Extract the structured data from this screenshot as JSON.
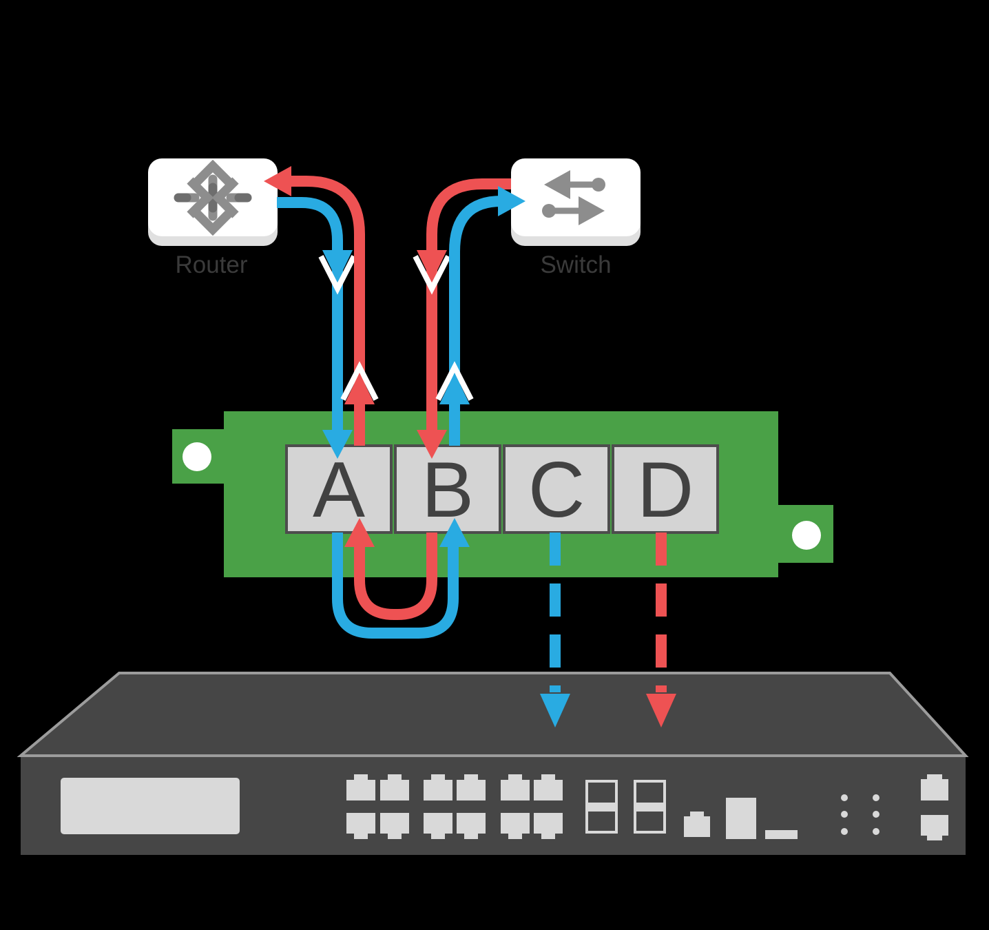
{
  "devices": {
    "router": {
      "label": "Router"
    },
    "switch": {
      "label": "Switch"
    }
  },
  "board": {
    "ports": [
      {
        "label": "A"
      },
      {
        "label": "B"
      },
      {
        "label": "C"
      },
      {
        "label": "D"
      }
    ]
  },
  "colors": {
    "background": "#000000",
    "flow-blue": "#29abe2",
    "flow-red": "#ee5253",
    "marker-white": "#ffffff",
    "board-green": "#4aa147",
    "port-fill": "#d4d4d4",
    "port-border": "#4d4d4d",
    "port-letter": "#424242",
    "device-label": "#3b3b3b",
    "icon-box": "#ffffff",
    "icon-box-shadow": "#e0e0e0",
    "icon-gray": "#8d8d8d",
    "icon-gray-dark": "#6e6e6e",
    "hole-white": "#ffffff",
    "appliance-body": "#464646",
    "appliance-edge": "#9c9c9c",
    "appliance-detail": "#d9d9d9"
  }
}
